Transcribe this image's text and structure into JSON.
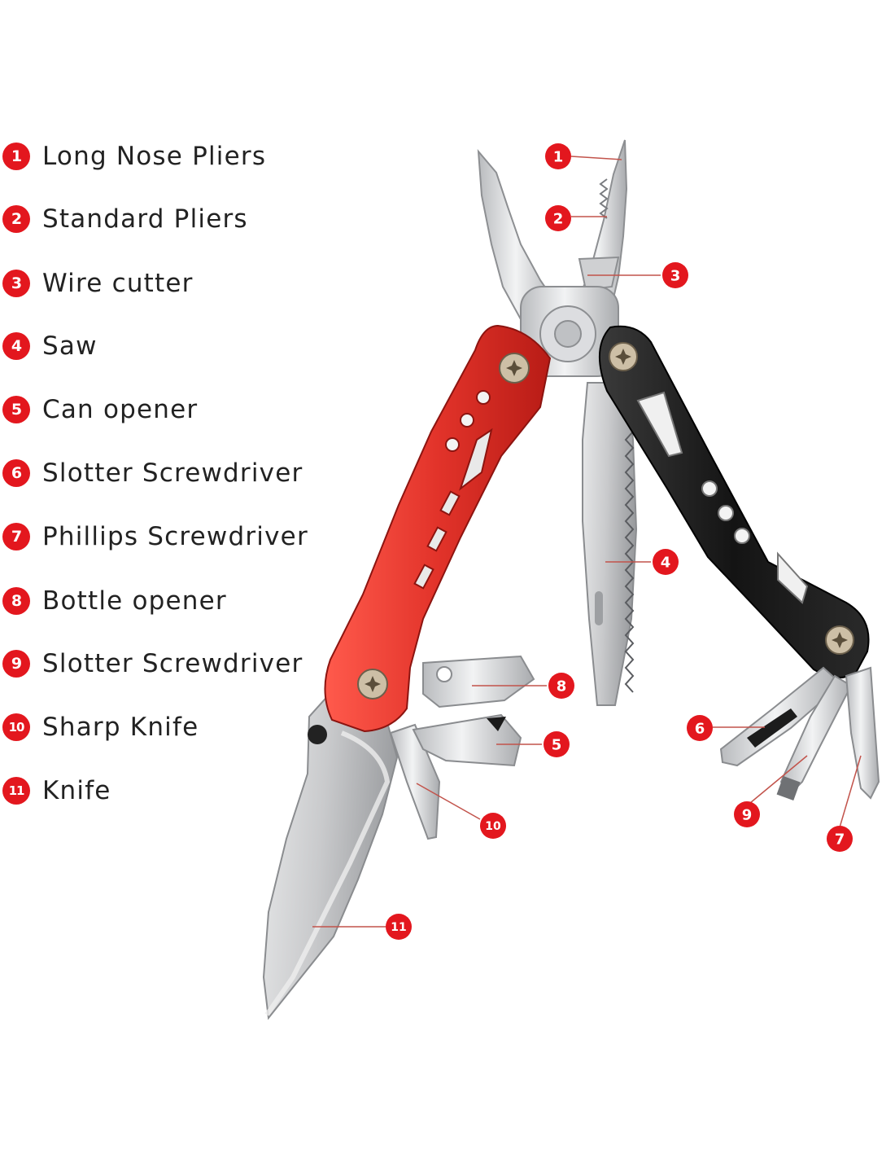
{
  "colors": {
    "accent_red": "#e3171e",
    "handle_red": "#e23a30",
    "handle_black": "#1b1b1b",
    "steel": "#d6d7d9",
    "line": "#c2534b"
  },
  "legend": [
    {
      "num": "1",
      "label": "Long Nose Pliers"
    },
    {
      "num": "2",
      "label": "Standard Pliers"
    },
    {
      "num": "3",
      "label": "Wire cutter"
    },
    {
      "num": "4",
      "label": "Saw"
    },
    {
      "num": "5",
      "label": "Can opener"
    },
    {
      "num": "6",
      "label": "Slotter Screwdriver"
    },
    {
      "num": "7",
      "label": "Phillips Screwdriver"
    },
    {
      "num": "8",
      "label": "Bottle opener"
    },
    {
      "num": "9",
      "label": "Slotter Screwdriver"
    },
    {
      "num": "10",
      "label": "Sharp Knife"
    },
    {
      "num": "11",
      "label": "Knife"
    }
  ],
  "callouts": [
    "1",
    "2",
    "3",
    "4",
    "5",
    "6",
    "7",
    "8",
    "9",
    "10",
    "11"
  ]
}
